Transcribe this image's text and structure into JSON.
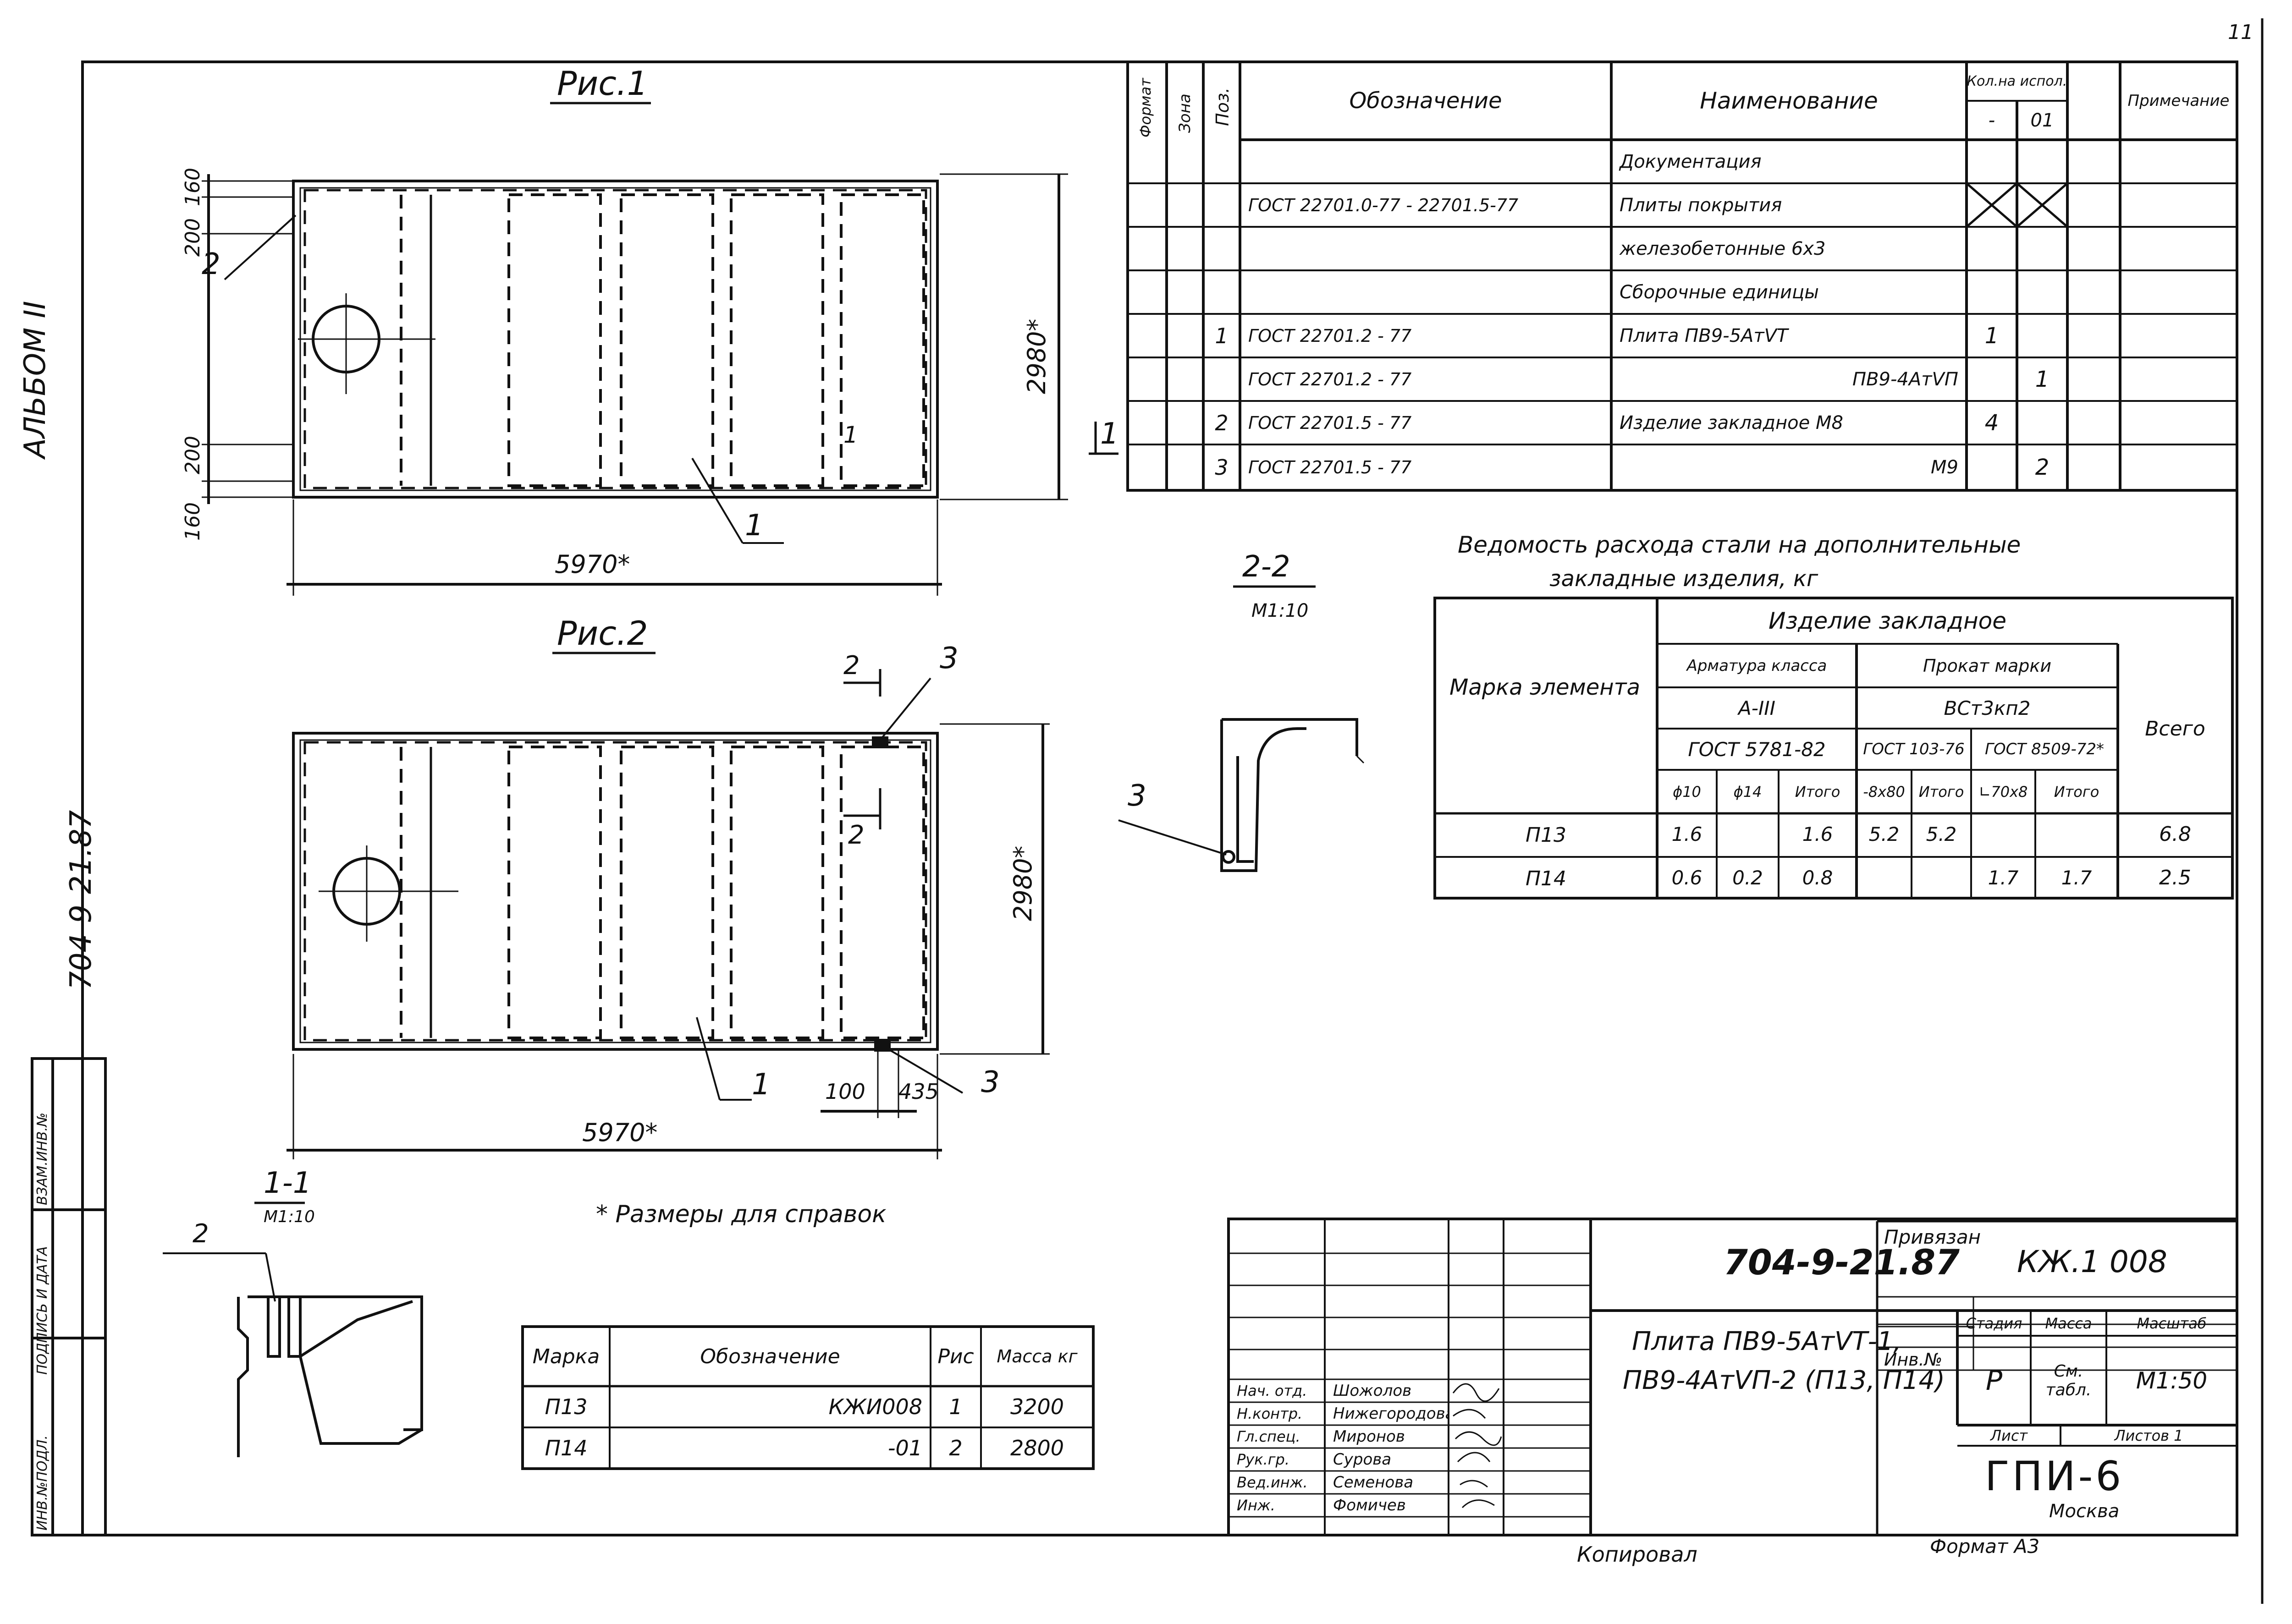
{
  "page_number": "11",
  "album": "АЛЬБОМ II",
  "vertical_code": "704-9-21.87",
  "side_stamp": [
    "ИНВ.№ПОДЛ.",
    "ПОДПИСЬ И ДАТА",
    "ВЗАМ.ИНВ.№"
  ],
  "fig1": {
    "title": "Рис.1",
    "dim_width": "5970*",
    "dim_height": "2980*",
    "dims_left": [
      "160",
      "200",
      "200",
      "160"
    ],
    "pos1": "1",
    "pos2": "2",
    "section": "1"
  },
  "fig2": {
    "title": "Рис.2",
    "dim_width": "5970*",
    "dim_height": "2980*",
    "dim_a": "100",
    "dim_b": "435",
    "pos1": "1",
    "pos3a": "3",
    "pos3b": "3",
    "section": "2"
  },
  "sec22": {
    "title": "2-2",
    "scale": "М1:10",
    "pos": "3"
  },
  "sec11": {
    "title": "1-1",
    "scale": "М1:10",
    "pos": "2"
  },
  "note": "* Размеры для справок",
  "spec": {
    "headers": {
      "format": "Формат",
      "zone": "Зона",
      "pos": "Поз.",
      "designation": "Обозначение",
      "name": "Наименование",
      "qty": "Кол.на испол.",
      "qty_a": "-",
      "qty_b": "01",
      "note": "Примечание"
    },
    "rows": [
      {
        "pos": "",
        "des": "",
        "name": "Документация",
        "a": "",
        "b": ""
      },
      {
        "pos": "",
        "des": "ГОСТ 22701.0-77 - 22701.5-77",
        "name": "Плиты покрытия",
        "a": "",
        "b": ""
      },
      {
        "pos": "",
        "des": "",
        "name": "железобетонные 6х3",
        "a": "",
        "b": ""
      },
      {
        "pos": "",
        "des": "",
        "name": "Сборочные единицы",
        "a": "",
        "b": ""
      },
      {
        "pos": "1",
        "des": "ГОСТ 22701.2 - 77",
        "name": "Плита ПВ9-5АтVТ",
        "a": "1",
        "b": ""
      },
      {
        "pos": "",
        "des": "ГОСТ 22701.2 - 77",
        "name": "ПВ9-4АтVП",
        "a": "",
        "b": "1"
      },
      {
        "pos": "2",
        "des": "ГОСТ 22701.5 - 77",
        "name": "Изделие закладное М8",
        "a": "4",
        "b": ""
      },
      {
        "pos": "3",
        "des": "ГОСТ 22701.5 - 77",
        "name": "М9",
        "a": "",
        "b": "2"
      }
    ]
  },
  "steel": {
    "title1": "Ведомость расхода стали на дополнительные",
    "title2": "закладные изделия, кг",
    "mark_header": "Марка элемента",
    "product_header": "Изделие закладное",
    "rebar_header": "Арматура класса",
    "rebar_class": "А-III",
    "rebar_gost": "ГОСТ 5781-82",
    "rolled_header": "Прокат марки",
    "rolled_grade": "ВСт3кп2",
    "gost103": "ГОСТ 103-76",
    "gost8509": "ГОСТ 8509-72*",
    "total": "Всего",
    "sub": [
      "ϕ10",
      "ϕ14",
      "Итого",
      "-8х80",
      "Итого",
      "∟70х8",
      "Итого"
    ],
    "rows": [
      {
        "mark": "П13",
        "v": [
          "1.6",
          "",
          "1.6",
          "5.2",
          "5.2",
          "",
          ""
        ],
        "total": "6.8"
      },
      {
        "mark": "П14",
        "v": [
          "0.6",
          "0.2",
          "0.8",
          "",
          "",
          "1.7",
          "1.7"
        ],
        "total": "2.5"
      }
    ]
  },
  "marks": {
    "headers": [
      "Марка",
      "Обозначение",
      "Рис",
      "Масса кг"
    ],
    "rows": [
      {
        "mark": "П13",
        "des": "КЖИ008",
        "fig": "1",
        "mass": "3200"
      },
      {
        "mark": "П14",
        "des": "-01",
        "fig": "2",
        "mass": "2800"
      }
    ]
  },
  "privyazan": {
    "label": "Привязан",
    "inv": "Инв.№"
  },
  "title_block": {
    "code": "704-9-21.87",
    "sheet_code": "КЖ.1 008",
    "title_line1": "Плита ПВ9-5АтVТ-1,",
    "title_line2": "ПВ9-4АтVП-2 (П13, П14)",
    "stage_label": "Стадия",
    "mass_label": "Масса",
    "scale_label": "Масштаб",
    "stage": "Р",
    "mass": "См. табл.",
    "scale": "М1:50",
    "sheet_label": "Лист",
    "sheets_label": "Листов 1",
    "org": "ГПИ-6",
    "city": "Москва",
    "people": [
      {
        "role": "Нач. отд.",
        "name": "Шожолов"
      },
      {
        "role": "Н.контр.",
        "name": "Нижегородова"
      },
      {
        "role": "Гл.спец.",
        "name": "Миронов"
      },
      {
        "role": "Рук.гр.",
        "name": "Сурова"
      },
      {
        "role": "Вед.инж.",
        "name": "Семенова"
      },
      {
        "role": "Инж.",
        "name": "Фомичев"
      }
    ]
  },
  "footer": {
    "copied": "Копировал",
    "format": "Формат А3"
  }
}
